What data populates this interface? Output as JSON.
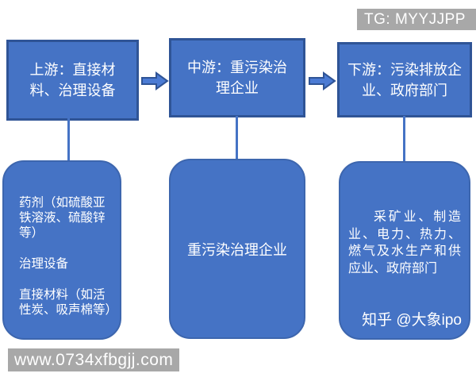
{
  "watermarks": {
    "tg_badge": "TG: MYYJJPP",
    "site": "www.0734xfbgjj.com"
  },
  "colors": {
    "box_fill": "#4573c5",
    "box_border": "#2f5496",
    "rounded_border": "#3d66ae",
    "connector": "#4573c5",
    "badge_bg": "#a8a8a8",
    "text": "#ffffff"
  },
  "diagram": {
    "top_row": [
      {
        "id": "upstream",
        "label": "上游：直接材料、治理设备"
      },
      {
        "id": "midstream",
        "label": "中游：重污染治理企业"
      },
      {
        "id": "downstream",
        "label": "下游：污染排放企业、政府部门"
      }
    ],
    "bottom_row": [
      {
        "id": "upstream-detail",
        "paragraphs": [
          "药剂（如硫酸亚铁溶液、硫酸锌等）",
          "治理设备",
          "直接材料（如活性炭、吸声棉等）"
        ]
      },
      {
        "id": "midstream-detail",
        "text": "重污染治理企业"
      },
      {
        "id": "downstream-detail",
        "text": "采矿业、制造业、电力、热力、燃气及水生产和供应业、政府部门",
        "credit": "知乎 @大象ipo"
      }
    ]
  }
}
